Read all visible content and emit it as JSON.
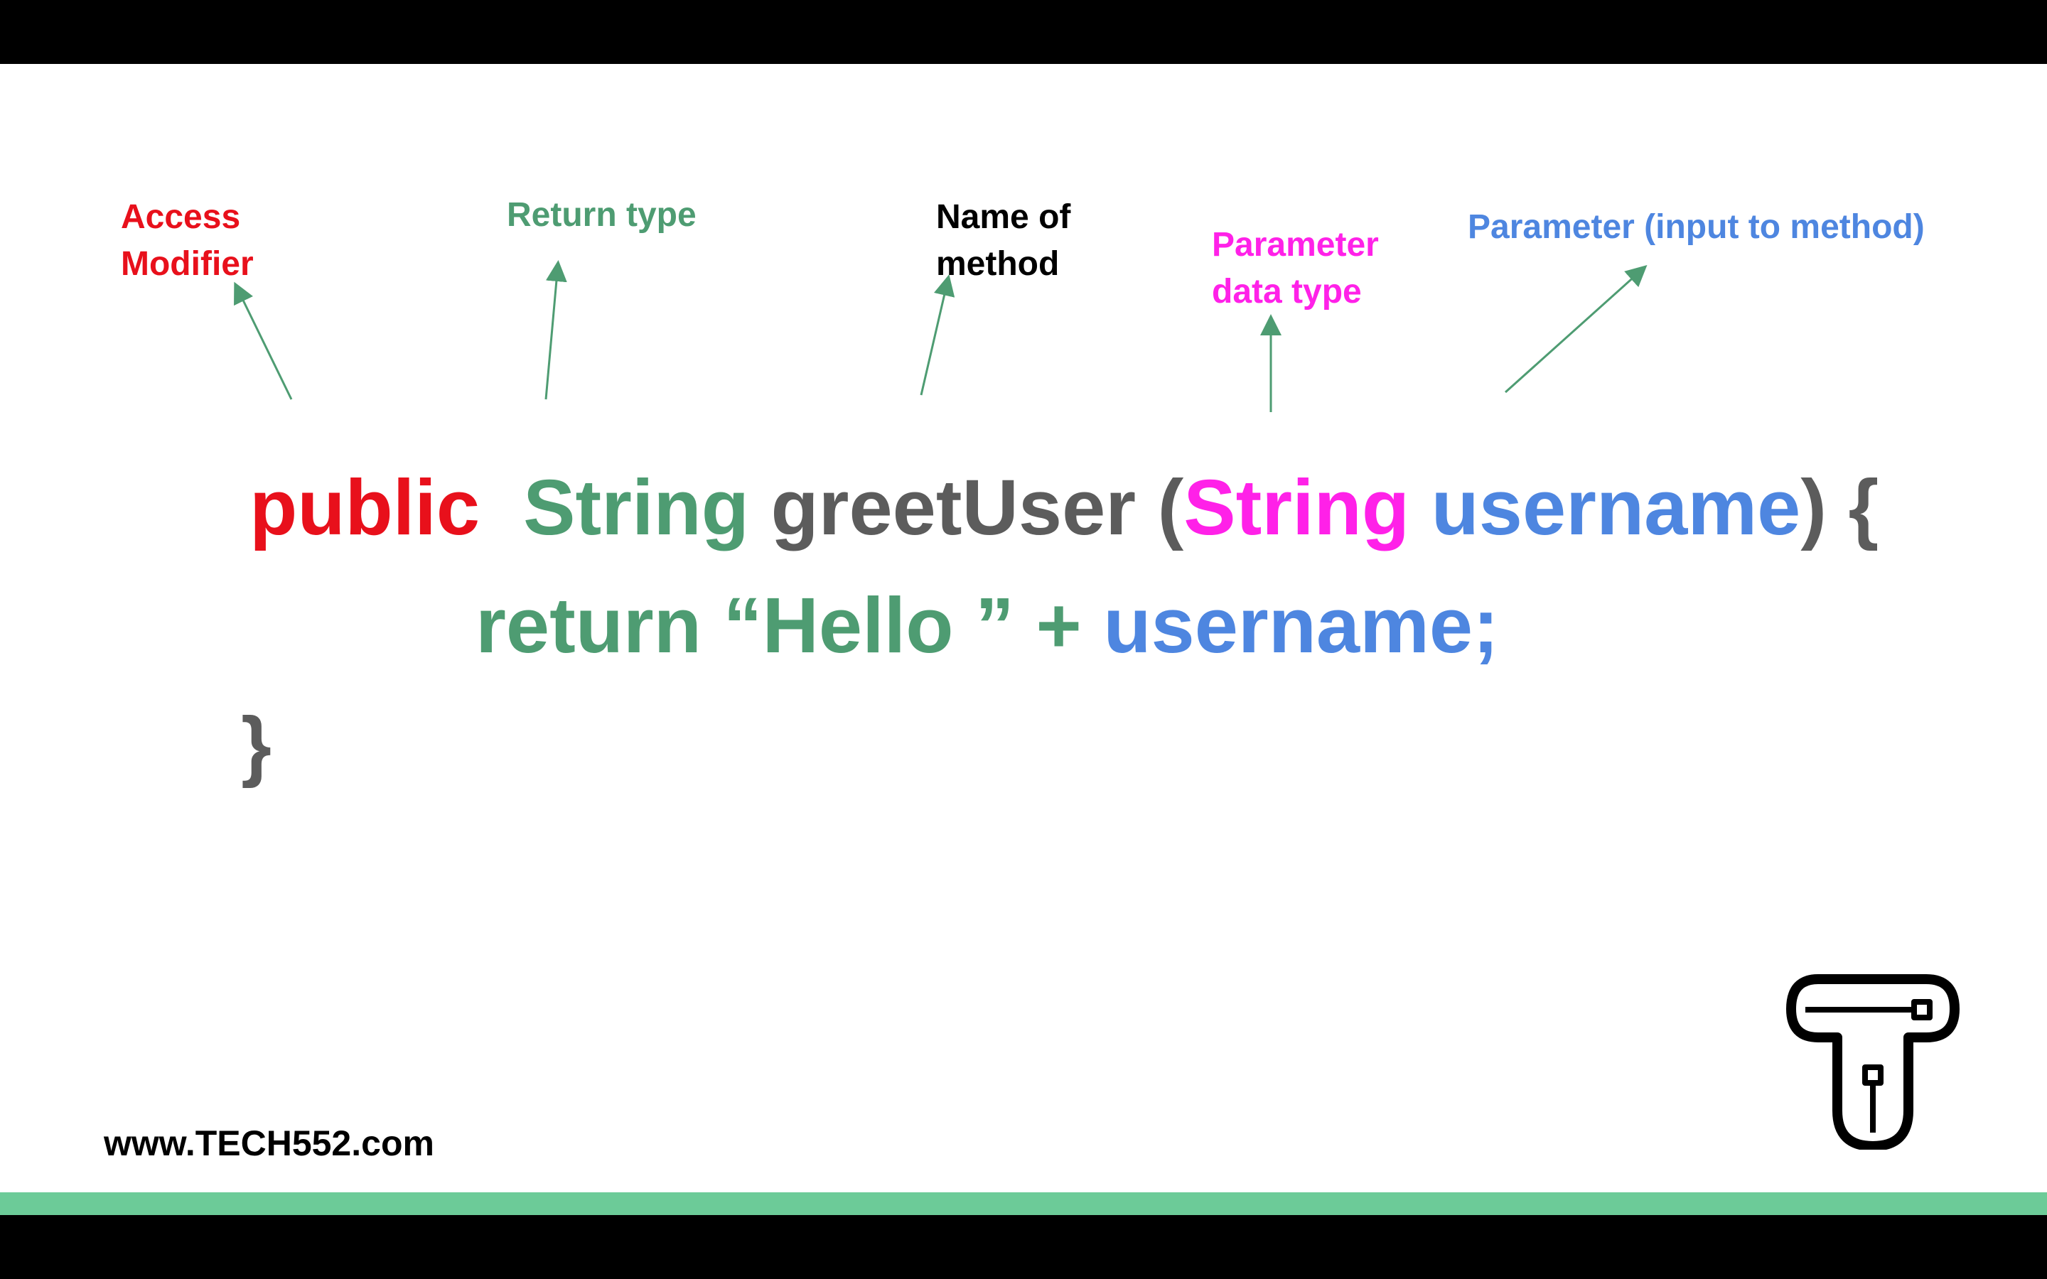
{
  "colors": {
    "access": "#e8101b",
    "return": "#4e9c72",
    "name": "#5c5c5c",
    "param_type": "#ff21e8",
    "param": "#4e86e0",
    "black": "#000000",
    "band": "#6ccb98"
  },
  "annotations": {
    "access_modifier": "Access\nModifier",
    "return_type": "Return type",
    "method_name": "Name of\nmethod",
    "param_type": "Parameter\ndata type",
    "param": "Parameter (input to method)"
  },
  "code": {
    "line1": {
      "kw_public": "public",
      "ret_type": "String",
      "method": "greetUser",
      "open_paren": " (",
      "param_type": "String",
      "param_name": "username",
      "close_brace": ") {"
    },
    "line2": {
      "return_expr": "return “Hello ” + ",
      "var": "username;"
    },
    "line3": {
      "brace": "}"
    }
  },
  "footer": {
    "website": "www.TECH552.com"
  },
  "icons": {
    "logo": "tech552-logo-icon"
  }
}
